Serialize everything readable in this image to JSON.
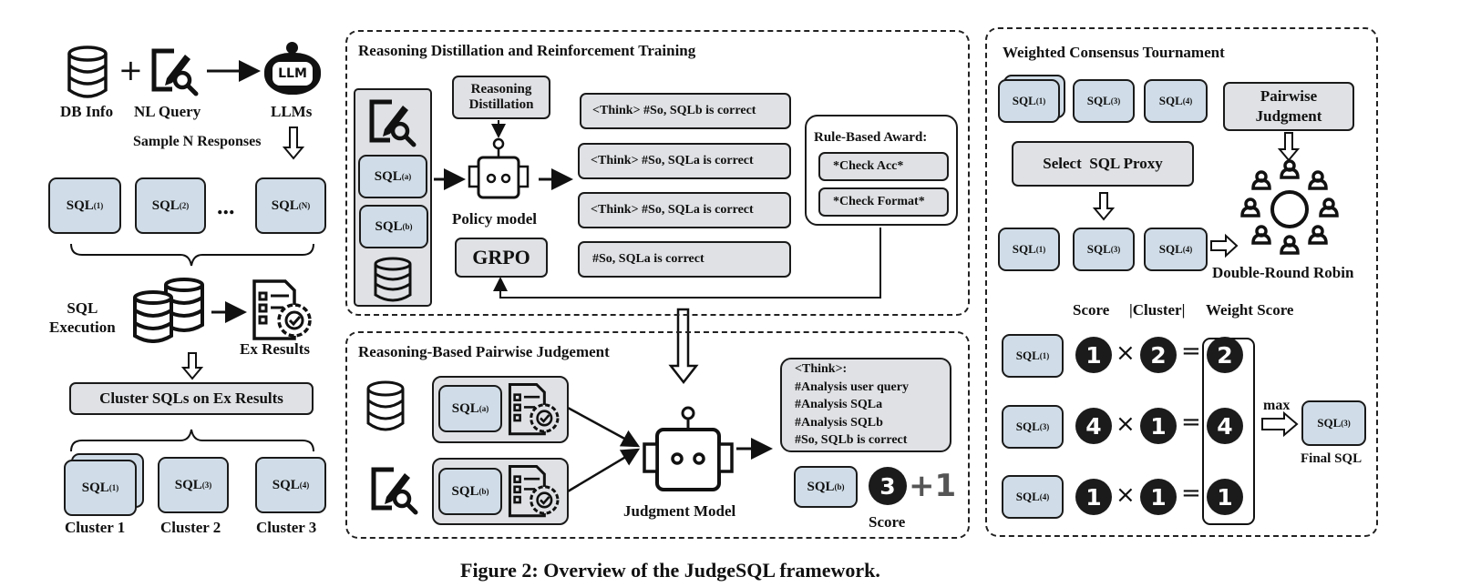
{
  "left": {
    "db_label": "DB Info",
    "nl_label": "NL Query",
    "llm_label": "LLMs",
    "llm_icon_text": "LLM",
    "plus": "+",
    "sample_label": "Sample N Responses",
    "samples": [
      {
        "base": "SQL",
        "sup": "(1)"
      },
      {
        "base": "SQL",
        "sup": "(2)"
      },
      {
        "base": "SQL",
        "sup": "(N)"
      }
    ],
    "ellipsis": "...",
    "exec_label_1": "SQL",
    "exec_label_2": "Execution",
    "ex_results_label": "Ex Results",
    "cluster_box": "Cluster SQLs on Ex Results",
    "clusters": [
      {
        "base": "SQL",
        "sup": "(1)",
        "label": "Cluster 1"
      },
      {
        "base": "SQL",
        "sup": "(3)",
        "label": "Cluster 2"
      },
      {
        "base": "SQL",
        "sup": "(4)",
        "label": "Cluster 3"
      }
    ]
  },
  "training": {
    "title": "Reasoning Distillation and Reinforcement Training",
    "inputs": [
      {
        "base": "SQL",
        "sup": "(a)"
      },
      {
        "base": "SQL",
        "sup": "(b)"
      }
    ],
    "distill_line1": "Reasoning",
    "distill_line2": "Distillation",
    "policy_label": "Policy model",
    "grpo": "GRPO",
    "outputs": [
      "<Think> #So, SQLb is correct",
      "<Think> #So, SQLa is correct",
      "<Think> #So, SQLa is correct",
      "#So, SQLa is correct"
    ],
    "award_title": "Rule-Based Award:",
    "award_items": [
      "*Check Acc*",
      "*Check Format*"
    ]
  },
  "judgement": {
    "title": "Reasoning-Based Pairwise Judgement",
    "pairs": [
      {
        "base": "SQL",
        "sup": "(a)"
      },
      {
        "base": "SQL",
        "sup": "(b)"
      }
    ],
    "model_label": "Judgment Model",
    "think_lines": [
      "<Think>:",
      "#Analysis user query",
      "#Analysis SQLa",
      "#Analysis SQLb",
      "#So, SQLb is correct"
    ],
    "winner": {
      "base": "SQL",
      "sup": "(b)"
    },
    "score_value": "3",
    "score_increment": "+1",
    "score_label": "Score"
  },
  "tournament": {
    "title": "Weighted Consensus Tournament",
    "candidates": [
      {
        "base": "SQL",
        "sup": "(1)"
      },
      {
        "base": "SQL",
        "sup": "(3)"
      },
      {
        "base": "SQL",
        "sup": "(4)"
      }
    ],
    "pairwise_line1": "Pairwise",
    "pairwise_line2": "Judgment",
    "proxy_label": "Select  SQL Proxy",
    "proxies": [
      {
        "base": "SQL",
        "sup": "(1)"
      },
      {
        "base": "SQL",
        "sup": "(3)"
      },
      {
        "base": "SQL",
        "sup": "(4)"
      }
    ],
    "robin_label": "Double-Round Robin",
    "col_score": "Score",
    "col_cluster": "|Cluster|",
    "col_weight": "Weight Score",
    "rows": [
      {
        "base": "SQL",
        "sup": "(1)",
        "score": "1",
        "cluster": "2",
        "weight": "2"
      },
      {
        "base": "SQL",
        "sup": "(3)",
        "score": "4",
        "cluster": "1",
        "weight": "4"
      },
      {
        "base": "SQL",
        "sup": "(4)",
        "score": "1",
        "cluster": "1",
        "weight": "1"
      }
    ],
    "times": "×",
    "equals": "=",
    "max_label": "max",
    "final": {
      "base": "SQL",
      "sup": "(3)"
    },
    "final_label": "Final SQL"
  },
  "caption": "Figure 2: Overview of the JudgeSQL framework.",
  "colors": {
    "sql_fill": "#d0dde8",
    "gray_fill": "#dfe1e4",
    "circle": "#1b1b1b",
    "increment": "#555555"
  }
}
